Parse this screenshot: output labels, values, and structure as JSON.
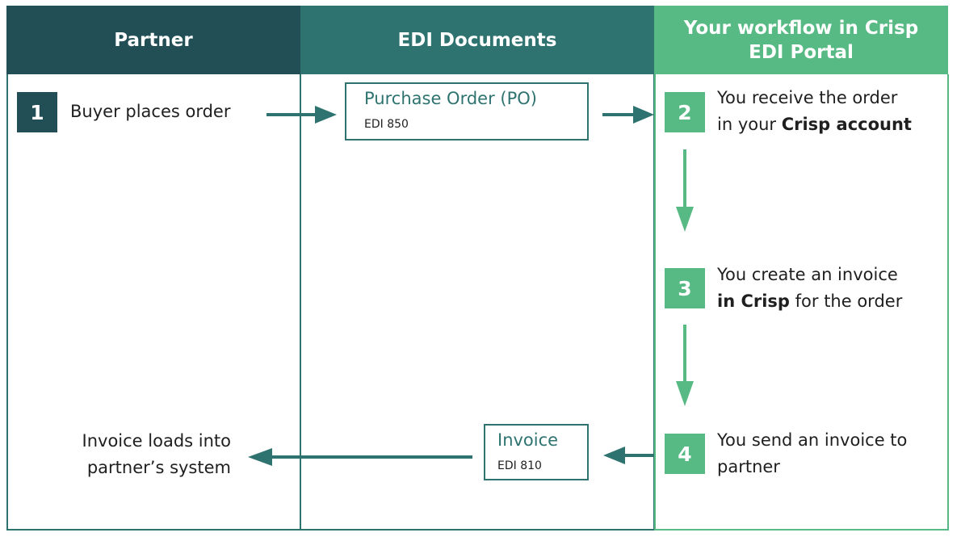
{
  "colors": {
    "partner_header": "#214f55",
    "edi_header": "#2e7370",
    "crisp_header": "#57b983",
    "teal_arrow": "#2e7370",
    "green_arrow": "#57b983",
    "step1": "#214f55",
    "step_green": "#57b983"
  },
  "lanes": {
    "partner": "Partner",
    "edi": "EDI Documents",
    "crisp_line1": "Your workflow in Crisp",
    "crisp_line2": "EDI Portal"
  },
  "steps": {
    "s1": {
      "num": "1",
      "text": "Buyer places order"
    },
    "s2": {
      "num": "2",
      "line1": "You receive the order",
      "line2_pre": "in your ",
      "line2_bold": "Crisp account"
    },
    "s3": {
      "num": "3",
      "line1": "You create an invoice",
      "line2_bold": "in Crisp",
      "line2_post": " for the order"
    },
    "s4": {
      "num": "4",
      "line1": "You send an invoice to",
      "line2": "partner"
    }
  },
  "documents": {
    "po": {
      "title": "Purchase Order (PO)",
      "code": "EDI 850"
    },
    "invoice": {
      "title": "Invoice",
      "code": "EDI 810"
    }
  },
  "result": {
    "line1": "Invoice loads into",
    "line2": "partner’s system"
  }
}
